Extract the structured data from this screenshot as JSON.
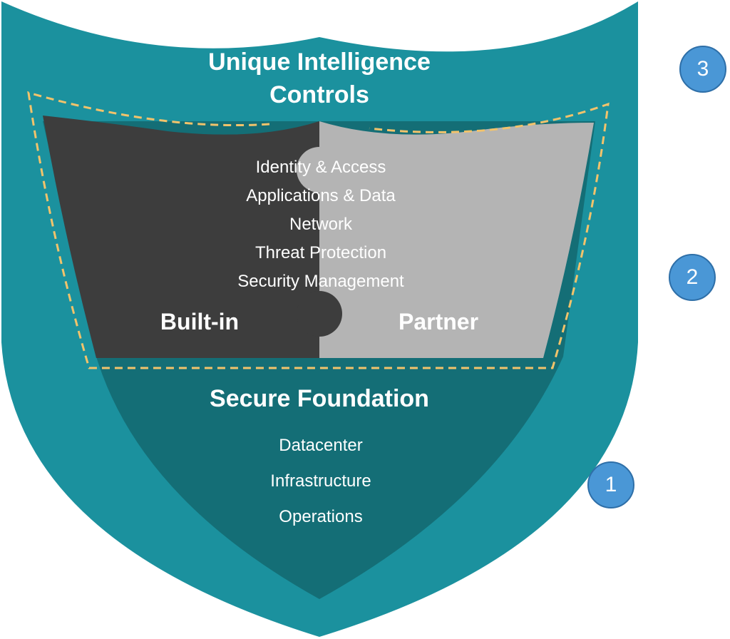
{
  "colors": {
    "shield_outer": "#1b919e",
    "shield_inner": "#146e76",
    "built_in_panel": "#3d3d3d",
    "partner_panel": "#b4b4b4",
    "dashed_outline": "#f2c36b",
    "badge": "#4a97d6",
    "text": "#ffffff"
  },
  "top": {
    "title_line1": "Unique Intelligence",
    "title_line2": "Controls"
  },
  "middle": {
    "items": [
      "Identity & Access",
      "Applications & Data",
      "Network",
      "Threat Protection",
      "Security Management"
    ],
    "built_in_label": "Built-in",
    "partner_label": "Partner"
  },
  "bottom": {
    "title": "Secure Foundation",
    "items": [
      "Datacenter",
      "Infrastructure",
      "Operations"
    ]
  },
  "badges": [
    "3",
    "2",
    "1"
  ],
  "icons": [
    "shield-icon",
    "puzzle-piece-icon"
  ]
}
